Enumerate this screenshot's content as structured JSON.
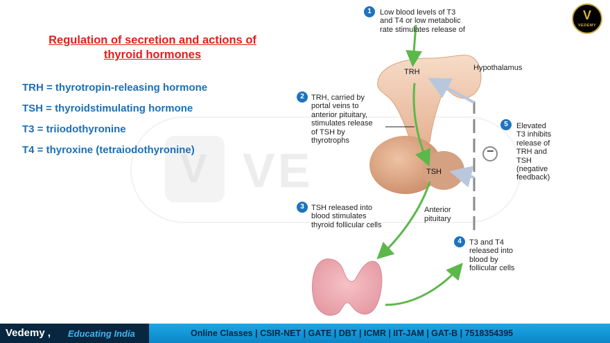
{
  "slide": {
    "title_line1": "Regulation of secretion and actions of",
    "title_line2": "thyroid hormones",
    "definitions": [
      "TRH = thyrotropin-releasing hormone",
      "TSH = thyroidstimulating hormone",
      "T3 = triiodothyronine",
      "T4 = thyroxine (tetraiodothyronine)"
    ]
  },
  "logo": {
    "letter": "V",
    "text": "VEDEMY"
  },
  "watermark": {
    "text": "VE"
  },
  "diagram": {
    "steps": [
      {
        "num": "1",
        "lines": [
          "Low blood levels of T3",
          "and T4 or low metabolic",
          "rate stimulates release of"
        ]
      },
      {
        "num": "2",
        "lines": [
          "TRH, carried by",
          "portal veins to",
          "anterior pituitary,",
          "stimulates release",
          "of TSH by",
          "thyrotrophs"
        ]
      },
      {
        "num": "3",
        "lines": [
          "TSH released into",
          "blood stimulates",
          "thyroid follicular cells"
        ]
      },
      {
        "num": "4",
        "lines": [
          "T3 and T4",
          "released into",
          "blood by",
          "follicular cells"
        ]
      },
      {
        "num": "5",
        "lines": [
          "Elevated",
          "T3 inhibits",
          "release of",
          "TRH and",
          "TSH",
          "(negative",
          "feedback)"
        ]
      }
    ],
    "labels": {
      "trh": "TRH",
      "tsh": "TSH",
      "hypothalamus": "Hypothalamus",
      "anterior_pituitary_1": "Anterior",
      "anterior_pituitary_2": "pituitary",
      "inhibit_symbol": "−"
    },
    "colors": {
      "stimulate_arrow": "#5bb84a",
      "inhibit_arrow": "#b8c7dc",
      "feedback_line": "#8a8a8a",
      "step_badge": "#1e73be",
      "tissue": "#d9a27f"
    }
  },
  "footer": {
    "brand": "Vedemy ,",
    "tagline": "Educating India",
    "courses": "Online Classes | CSIR-NET | GATE | DBT | ICMR | IIT-JAM | GAT-B | 7518354395"
  }
}
